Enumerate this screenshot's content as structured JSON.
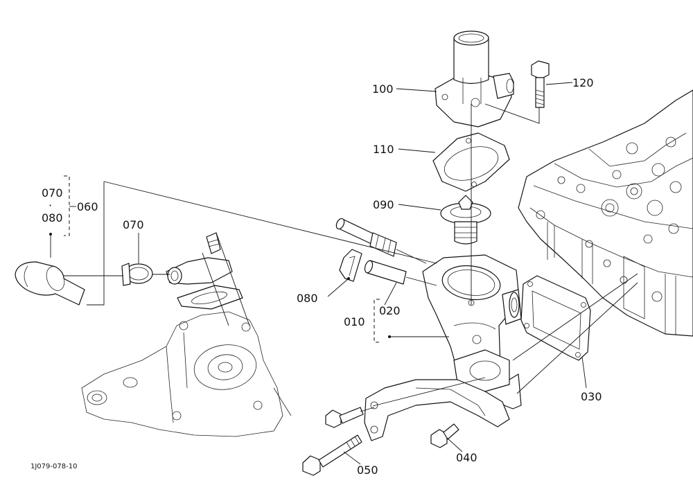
{
  "drawing_code": "1J079-078-10",
  "labels": {
    "p010": "010",
    "p020": "020",
    "p030": "030",
    "p040": "040",
    "p050": "050",
    "p060": "060",
    "p070": "070",
    "p070_group": "070",
    "p080": "080",
    "p080_group": "080",
    "p090": "090",
    "p100": "100",
    "p110": "110",
    "p120": "120"
  },
  "group_separator": "·"
}
